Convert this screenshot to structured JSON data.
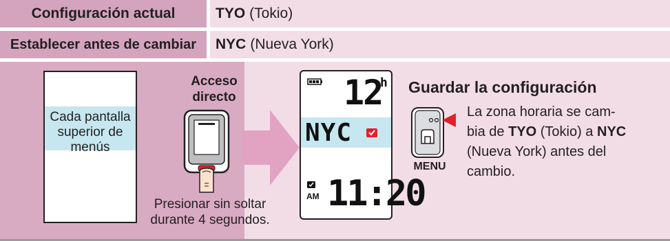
{
  "rows": {
    "current": {
      "label": "Configuración actual",
      "code": "TYO",
      "name": "(Tokio)"
    },
    "set_before": {
      "label": "Establecer antes de cambiar",
      "code": "NYC",
      "name": "(Nueva York)"
    }
  },
  "card": {
    "text": "Cada pantalla superior de menús"
  },
  "shortcut": {
    "title_line1": "Acceso",
    "title_line2": "directo",
    "caption_line1": "Presionar sin soltar",
    "caption_line2": "durante 4 segundos."
  },
  "lcd": {
    "hours": "12",
    "hours_unit": "h",
    "zone": "NYC",
    "time": "11:20",
    "ampm": "AM"
  },
  "save": {
    "title": "Guardar la configuración",
    "desc_line1": "La zona horaria se cam-",
    "desc_line2_pre": "bia de ",
    "desc_from_code": "TYO",
    "desc_from_name": " (Tokio) a ",
    "desc_to_code": "NYC",
    "desc_line3": "(Nueva York) antes del",
    "desc_line4": "cambio.",
    "button_label": "MENU"
  },
  "colors": {
    "label_bg": "#d4a4be",
    "value_bg": "#f2dde7",
    "highlight_band": "#c6e7ef",
    "accent_red": "#e2202c"
  },
  "icons": [
    "battery-icon",
    "clock-icon",
    "arrow-right-icon",
    "finger-press-icon",
    "menu-button-icon"
  ]
}
